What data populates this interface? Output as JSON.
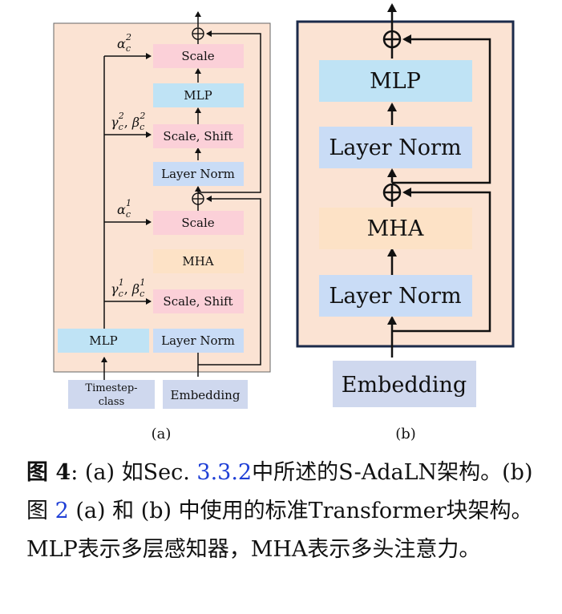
{
  "panel_a": {
    "sublabel": "(a)",
    "boxes": {
      "scale_top": "Scale",
      "mlp_top": "MLP",
      "scale_shift_top": "Scale, Shift",
      "layer_norm_top": "Layer Norm",
      "scale_bottom": "Scale",
      "mha": "MHA",
      "scale_shift_bottom": "Scale, Shift",
      "layer_norm_bottom": "Layer Norm",
      "mlp_cond": "MLP"
    },
    "inputs": {
      "timestep_line1": "Timestep-",
      "timestep_line2": "class",
      "embedding": "Embedding"
    },
    "params": {
      "alpha2_base": "α",
      "alpha2_sub": "c",
      "alpha2_sup": "2",
      "gb2_gamma": "γ",
      "gb2_sub1": "c",
      "gb2_sup1": "2",
      "gb2_comma": ", ",
      "gb2_beta": "β",
      "gb2_sub2": "c",
      "gb2_sup2": "2",
      "alpha1_base": "α",
      "alpha1_sub": "c",
      "alpha1_sup": "1",
      "gb1_gamma": "γ",
      "gb1_sub1": "c",
      "gb1_sup1": "1",
      "gb1_comma": ", ",
      "gb1_beta": "β",
      "gb1_sub2": "c",
      "gb1_sup2": "1"
    }
  },
  "panel_b": {
    "sublabel": "(b)",
    "boxes": {
      "mlp": "MLP",
      "layer_norm_top": "Layer Norm",
      "mha": "MHA",
      "layer_norm_bottom": "Layer Norm"
    },
    "input": "Embedding"
  },
  "caption": {
    "fig_label": "图 4",
    "t1": ": (a) 如Sec. ",
    "ref1": "3.3.2",
    "t2": "中所述的S-AdaLN架构。(b) 图 ",
    "ref2": "2",
    "t3": " (a) 和 (b) 中使用的标准Transformer块架构。MLP表示多层感知器，MHA表示多头注意力。"
  },
  "colors": {
    "panel_bg": "#fbe3d3",
    "pink": "#fbd0d8",
    "blue": "#c9dcf6",
    "cyan": "#bfe3f5",
    "orange": "#fde2c6",
    "gray_blue": "#cfd8ee",
    "frame_b": "#1b2a4a",
    "link": "#1f3fd6"
  }
}
